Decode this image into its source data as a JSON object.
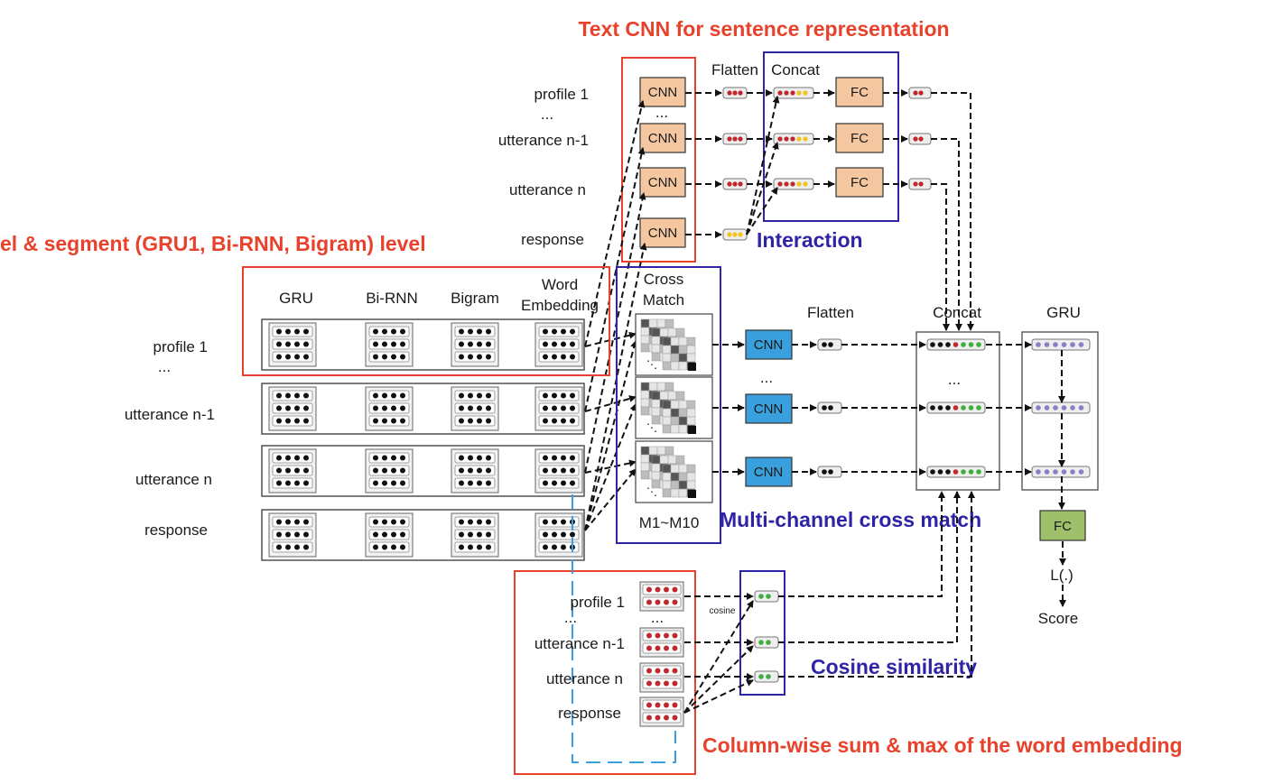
{
  "titles": {
    "text_cnn": "Text CNN for sentence representation",
    "level": "el & segment (GRU1, Bi-RNN, Bigram) level",
    "interaction": "Interaction",
    "multichannel": "Multi-channel cross match",
    "cosine": "Cosine similarity",
    "column": "Column-wise sum & max of the word embedding"
  },
  "top": {
    "rows": [
      "profile 1",
      "utterance n-1",
      "utterance n",
      "response"
    ],
    "dots": "...",
    "cnn": "CNN",
    "fc": "FC",
    "flatten": "Flatten",
    "concat": "Concat"
  },
  "mid": {
    "rows": [
      "profile 1",
      "utterance n-1",
      "utterance n",
      "response"
    ],
    "dots": "...",
    "headers": [
      "GRU",
      "Bi-RNN",
      "Bigram",
      "Word",
      "Embedding"
    ],
    "cross_match": [
      "Cross",
      "Match"
    ],
    "m_label": "M1~M10",
    "cnn": "CNN",
    "flatten": "Flatten",
    "concat": "Concat",
    "gru": "GRU",
    "fc": "FC",
    "loss": "L(.)",
    "score": "Score"
  },
  "bottom": {
    "rows": [
      "profile 1",
      "utterance n-1",
      "utterance n",
      "response"
    ],
    "dots": "...",
    "cosine_small": "cosine"
  },
  "colors": {
    "red_box": "#e8412c",
    "blue_box": "#2f24a6",
    "cnn_orange": "#f4c7a1",
    "cnn_blue": "#3aa0dd",
    "fc_orange": "#f4c7a1",
    "fc_green": "#9fc06a",
    "dot_red": "#c0282d",
    "dot_yellow": "#f2c31d",
    "dot_green": "#3fae3f",
    "dot_purple": "#8d7dc7",
    "dashed_cyan": "#3aa0dd"
  }
}
